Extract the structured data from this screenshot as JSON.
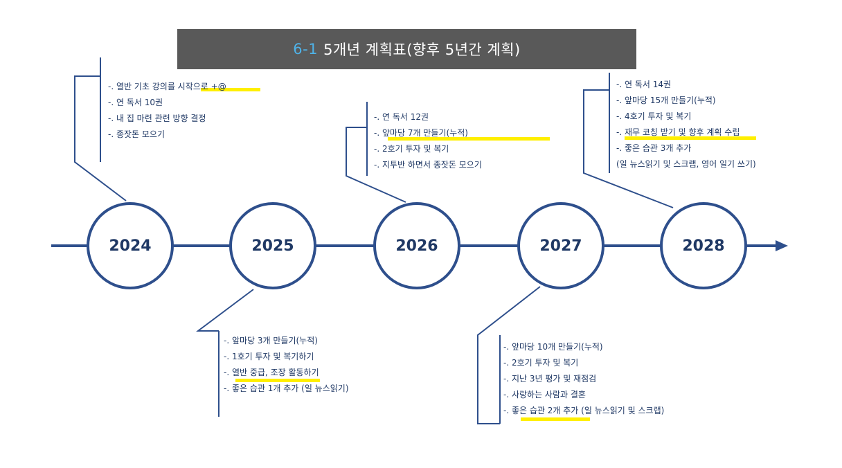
{
  "title": {
    "number": "6-1",
    "text": "5개년 계획표(향후 5년간 계획)"
  },
  "timeline": {
    "years": [
      "2024",
      "2025",
      "2026",
      "2027",
      "2028"
    ],
    "colors": {
      "line": "#2e4f8c",
      "text": "#1f3864",
      "highlight": "#ffef00"
    }
  },
  "plans": {
    "y2024": [
      "-. 열반 기초 강의를 시작으로 +@",
      "-. 연 독서 10권",
      "-. 내 집 마련 관련 방향 결정",
      "-. 종잣돈 모으기"
    ],
    "y2025": [
      "-. 앞마당 3개 만들기(누적)",
      "-. 1호기 투자 및 복기하기",
      "-. 열반 중급, 조장 활동하기",
      "-. 좋은 습관 1개 추가 (일 뉴스읽기)"
    ],
    "y2026": [
      "-. 연 독서 12권",
      "-. 앞마당 7개 만들기(누적)",
      "-. 2호기 투자 및 복기",
      "-. 지투반 하면서 종잣돈 모으기"
    ],
    "y2027": [
      "-. 앞마당 10개 만들기(누적)",
      "-. 2호기 투자 및 복기",
      "-. 지난 3년 평가 및 재점검",
      "-. 사랑하는 사람과 결혼",
      "-. 좋은 습관 2개 추가 (일 뉴스읽기 및 스크랩)"
    ],
    "y2028": [
      "-. 연 독서 14권",
      "-. 앞마당 15개 만들기(누적)",
      "-. 4호기 투자 및 복기",
      "-. 재무 코칭 받기 및 향후 계획 수립",
      "-. 좋은 습관 3개 추가",
      "(일 뉴스읽기 및 스크랩, 영어 일기 쓰기)"
    ]
  }
}
